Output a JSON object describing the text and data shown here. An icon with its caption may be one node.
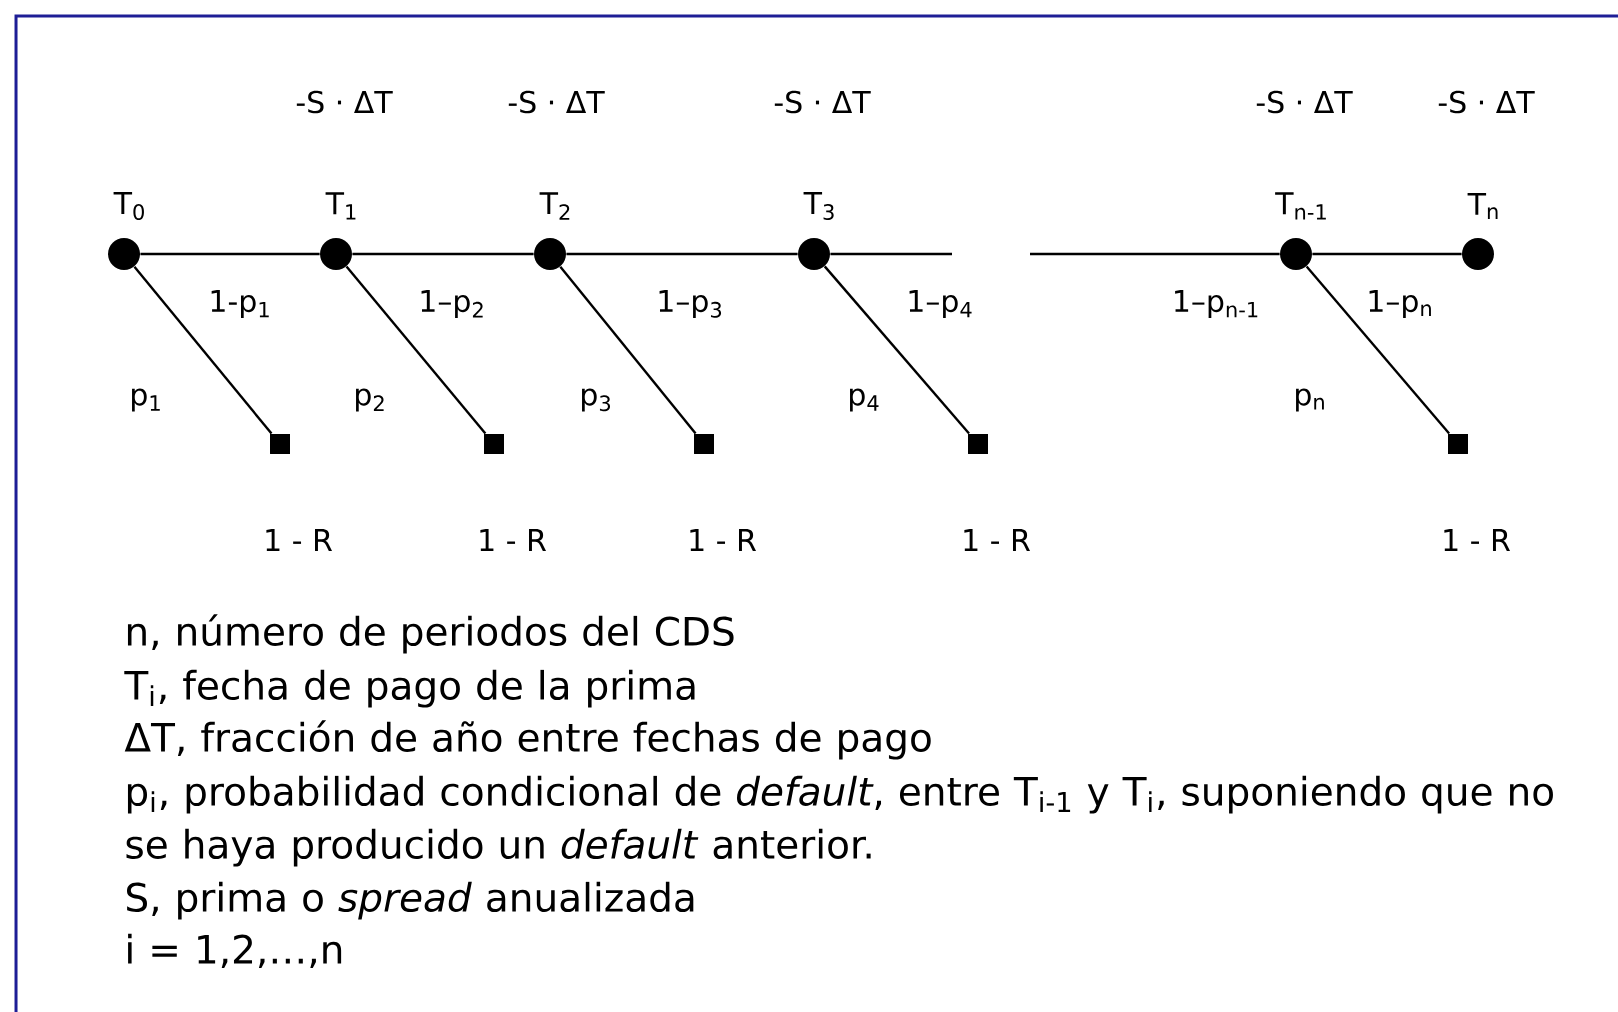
{
  "diagram": {
    "nodes": [
      {
        "text": [
          "T$_{0}$"
        ]
      },
      {
        "text": [
          "T$_{1}$"
        ]
      },
      {
        "text": [
          "T$_{2}$"
        ]
      },
      {
        "text": [
          "T$_{3}$"
        ]
      },
      {
        "text": [
          "T$_{n-1}$"
        ]
      },
      {
        "text": [
          "T$_{n}$"
        ]
      },
      {
        "text": [],
        "shape": "box",
        "beside": [
          "1 - R"
        ]
      },
      {
        "text": [],
        "shape": "box",
        "beside": [
          "1 - R"
        ]
      },
      {
        "text": [],
        "shape": "box",
        "beside": [
          "1 - R"
        ]
      },
      {
        "text": [],
        "shape": "box",
        "beside": [
          "1 - R"
        ]
      },
      {
        "text": [],
        "shape": "box",
        "beside": [
          "1 - R"
        ]
      }
    ],
    "edges": [
      {
        "from": 0,
        "to": 1,
        "arrow": "none",
        "label": "1-p$_{1}$"
      },
      {
        "from": 1,
        "to": 2,
        "arrow": "none",
        "label": "1–p$_{2}$"
      },
      {
        "from": 2,
        "to": 3,
        "arrow": "none",
        "label": "1–p$_{3}$"
      },
      {
        "from": 3,
        "to": null,
        "arrow": "none",
        "label": "1–p$_{4}$"
      },
      {
        "from": null,
        "to": 4,
        "arrow": "none",
        "label": "1–p$_{n-1}$"
      },
      {
        "from": 4,
        "to": 5,
        "arrow": "none",
        "label": "1–p$_{n}$"
      },
      {
        "from": 0,
        "to": 6,
        "arrow": "none",
        "label": "p$_{1}$"
      },
      {
        "from": 1,
        "to": 7,
        "arrow": "none",
        "label": "p$_{2}$"
      },
      {
        "from": 2,
        "to": 8,
        "arrow": "none",
        "label": "p$_{3}$"
      },
      {
        "from": 3,
        "to": 9,
        "arrow": "none",
        "label": "p$_{4}$"
      },
      {
        "from": 4,
        "to": 10,
        "arrow": "none",
        "label": "p$_{n}$"
      }
    ],
    "labels": [
      "-S · ΔT",
      "-S · ΔT",
      "-S · ΔT",
      "-S · ΔT",
      "-S · ΔT",
      "n, número de periodos del CDS",
      "T$_{i}$, fecha de pago de la prima",
      "ΔT, fracción de año entre fechas de pago",
      "p$_{i}$, probabilidad condicional de *default*, entre T$_{i-1}$ y T$_{i}$, suponiendo que no se haya producido un *default* anterior.",
      "S, prima o *spread* anualizada",
      "i = 1,2,…,n"
    ]
  }
}
